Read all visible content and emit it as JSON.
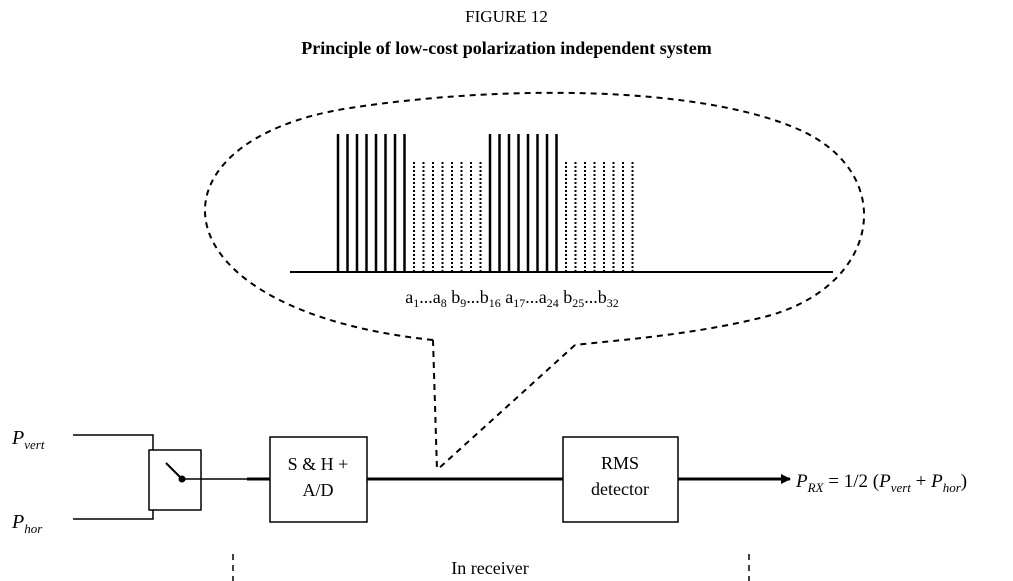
{
  "figure": {
    "number": "FIGURE 12",
    "caption": "Principle of low-cost polarization independent system"
  },
  "bubble": {
    "a_group_1": {
      "letter": "a",
      "from": "1",
      "to": "8"
    },
    "b_group_1": {
      "letter": "b",
      "from": "9",
      "to": "16"
    },
    "a_group_2": {
      "letter": "a",
      "from": "17",
      "to": "24"
    },
    "b_group_2": {
      "letter": "b",
      "from": "25",
      "to": "32"
    },
    "ellipsis": "...",
    "pulse_groups": [
      {
        "style": "solid",
        "count": 8
      },
      {
        "style": "dotted",
        "count": 8
      },
      {
        "style": "solid",
        "count": 8
      },
      {
        "style": "dotted",
        "count": 8
      }
    ]
  },
  "inputs": {
    "vert": {
      "symbol": "P",
      "subscript": "vert"
    },
    "hor": {
      "symbol": "P",
      "subscript": "hor"
    }
  },
  "blocks": {
    "sample_hold": {
      "line1": "S & H +",
      "line2": "A/D"
    },
    "rms": {
      "line1": "RMS",
      "line2": "detector"
    }
  },
  "output": {
    "symbol": "P",
    "subscript": "RX",
    "eq": " = 1/2 (",
    "vert_symbol": "P",
    "vert_sub": "vert",
    "plus": " + ",
    "hor_symbol": "P",
    "hor_sub": "hor",
    "close": ")"
  },
  "receiver_label": "In receiver"
}
